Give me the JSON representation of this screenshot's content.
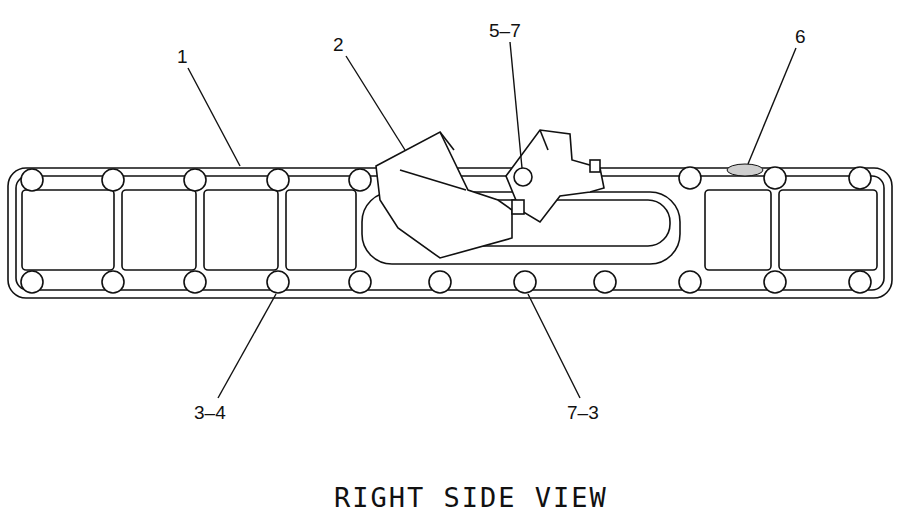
{
  "diagram": {
    "caption": "RIGHT SIDE VIEW",
    "labels": [
      "1",
      "2",
      "5–7",
      "6",
      "3–4",
      "7–3"
    ]
  }
}
